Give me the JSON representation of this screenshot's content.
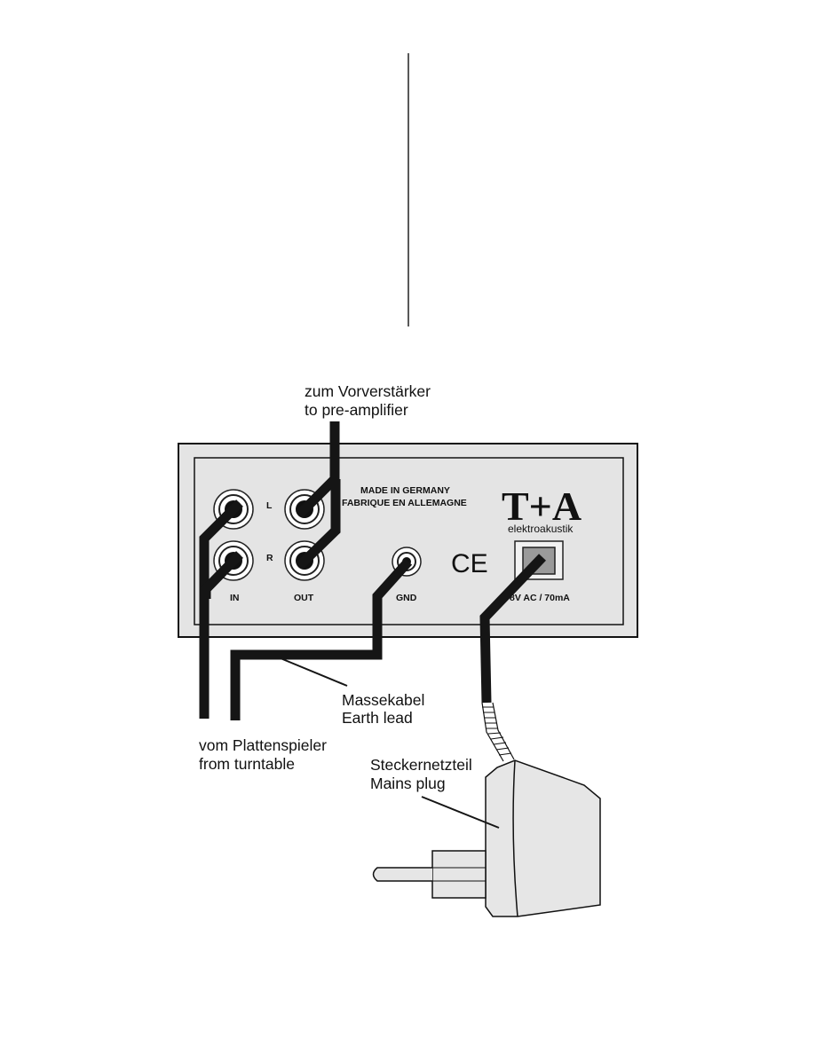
{
  "labels": {
    "to_preamp_de": "zum Vorverstärker",
    "to_preamp_en": "to pre-amplifier",
    "from_turntable_de": "vom Plattenspieler",
    "from_turntable_en": "from turntable",
    "earth_de": "Massekabel",
    "earth_en": "Earth lead",
    "mains_de": "Steckernetzteil",
    "mains_en": "Mains plug"
  },
  "panel": {
    "made_in": "MADE IN GERMANY",
    "fabrique": "FABRIQUE EN ALLEMAGNE",
    "channel_left": "L",
    "channel_right": "R",
    "in_label": "IN",
    "out_label": "OUT",
    "gnd_label": "GND",
    "ce_mark": "CE",
    "power_rating": "8V AC / 70mA",
    "brand": "T+A",
    "brand_sub": "elektroakustik"
  },
  "colors": {
    "panel_fill": "#e4e4e4",
    "cable": "#151515",
    "adapter_fill": "#e6e6e6"
  }
}
